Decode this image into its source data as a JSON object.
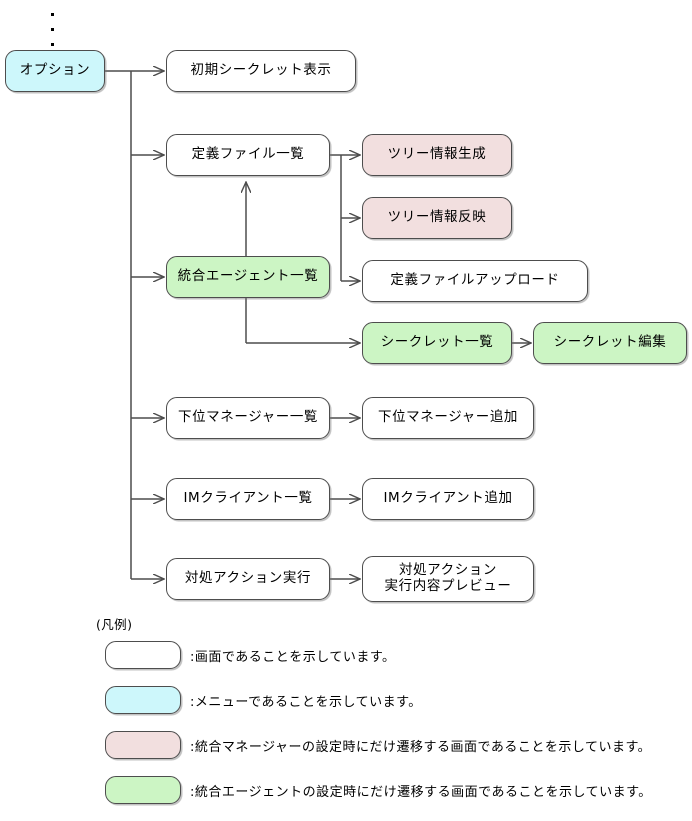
{
  "diagram": {
    "type": "screen-transition-flowchart",
    "ellipsis_label": "continues-above",
    "colors": {
      "menu": "#cdf7fb",
      "screen": "#ffffff",
      "manager_only": "#f2dfdf",
      "agent_only": "#ccf5c4",
      "border": "#4d4d4d",
      "edge": "#4d4d4d"
    },
    "nodes": {
      "option_menu": "オプション",
      "initial_secret_display": "初期シークレット表示",
      "definition_file_list": "定義ファイル一覧",
      "tree_info_generate": "ツリー情報生成",
      "tree_info_reflect": "ツリー情報反映",
      "integrated_agent_list": "統合エージェント一覧",
      "definition_file_upload": "定義ファイルアップロード",
      "secret_list": "シークレット一覧",
      "secret_edit": "シークレット編集",
      "sub_manager_list": "下位マネージャー一覧",
      "sub_manager_add": "下位マネージャー追加",
      "im_client_list": "IMクライアント一覧",
      "im_client_add": "IMクライアント追加",
      "action_execute": "対処アクション実行",
      "action_preview_line1": "対処アクション",
      "action_preview_line2": "実行内容プレビュー"
    }
  },
  "legend": {
    "title": "(凡例)",
    "items": [
      {
        "kind": "screen",
        "text": ":画面であることを示しています。"
      },
      {
        "kind": "menu",
        "text": ":メニューであることを示しています。"
      },
      {
        "kind": "mgr",
        "text": ":統合マネージャーの設定時にだけ遷移する画面であることを示しています。"
      },
      {
        "kind": "agent",
        "text": ":統合エージェントの設定時にだけ遷移する画面であることを示しています。"
      }
    ]
  }
}
